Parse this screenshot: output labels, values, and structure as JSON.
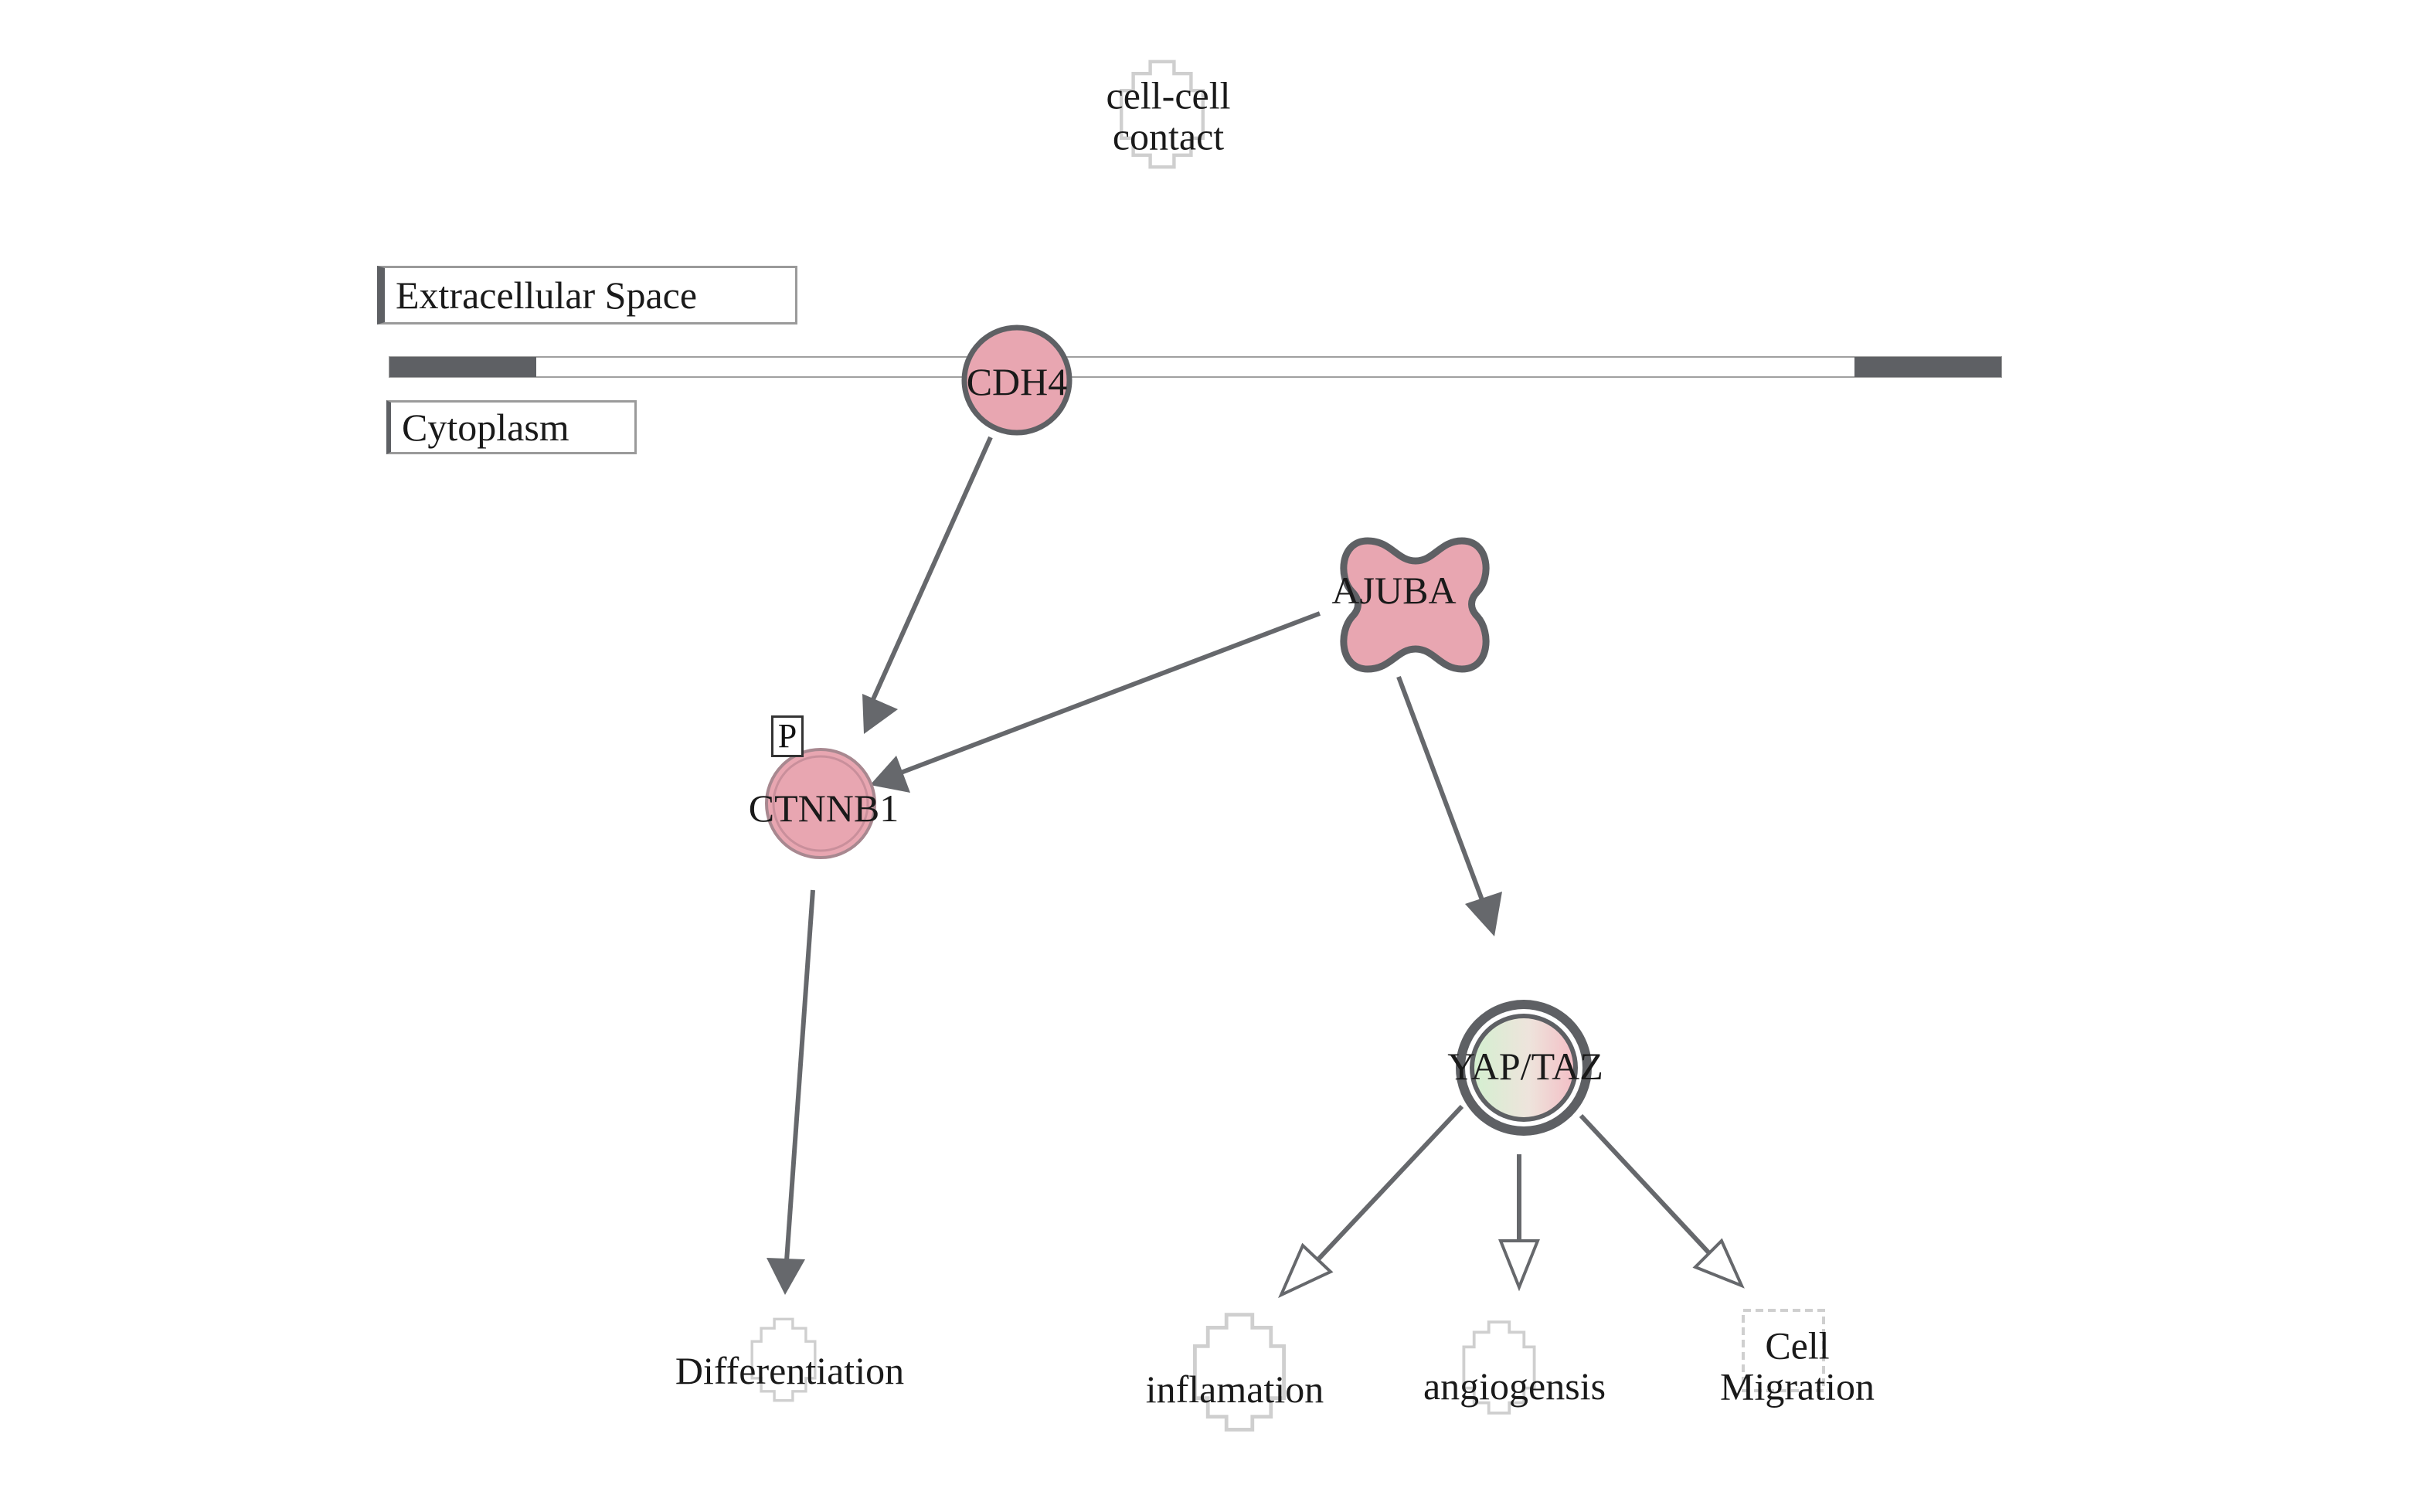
{
  "locations": {
    "extracellular": "Extracellular Space",
    "cytoplasm": "Cytoplasm"
  },
  "nodes": {
    "cdh4": "CDH4",
    "ajuba": "AJUBA",
    "ctnnb1": "CTNNB1",
    "yap_taz": "YAP/TAZ",
    "ctnnb1_mod": "P"
  },
  "functions": {
    "cell_contact": [
      "cell-cell",
      "contact"
    ],
    "differentiation": "Differentiation",
    "inflamation": "inflamation",
    "angiogensis": "angiogensis",
    "cell_migration": [
      "Cell",
      "Migration"
    ]
  },
  "colors": {
    "node_fill": "#e8a6b1",
    "node_stroke": "#5e6064",
    "arrow": "#66686c",
    "membrane_dark": "#5e6064",
    "yap_green": "#d6f0d2",
    "yap_pink": "#f2c2c8"
  },
  "edges": [
    {
      "from": "CDH4",
      "to": "CTNNB1",
      "head": "filled"
    },
    {
      "from": "AJUBA",
      "to": "CTNNB1",
      "head": "filled"
    },
    {
      "from": "AJUBA",
      "to": "YAP/TAZ",
      "head": "filled"
    },
    {
      "from": "CTNNB1",
      "to": "Differentiation",
      "head": "filled"
    },
    {
      "from": "YAP/TAZ",
      "to": "inflamation",
      "head": "open"
    },
    {
      "from": "YAP/TAZ",
      "to": "angiogensis",
      "head": "open"
    },
    {
      "from": "YAP/TAZ",
      "to": "Cell Migration",
      "head": "open"
    }
  ]
}
